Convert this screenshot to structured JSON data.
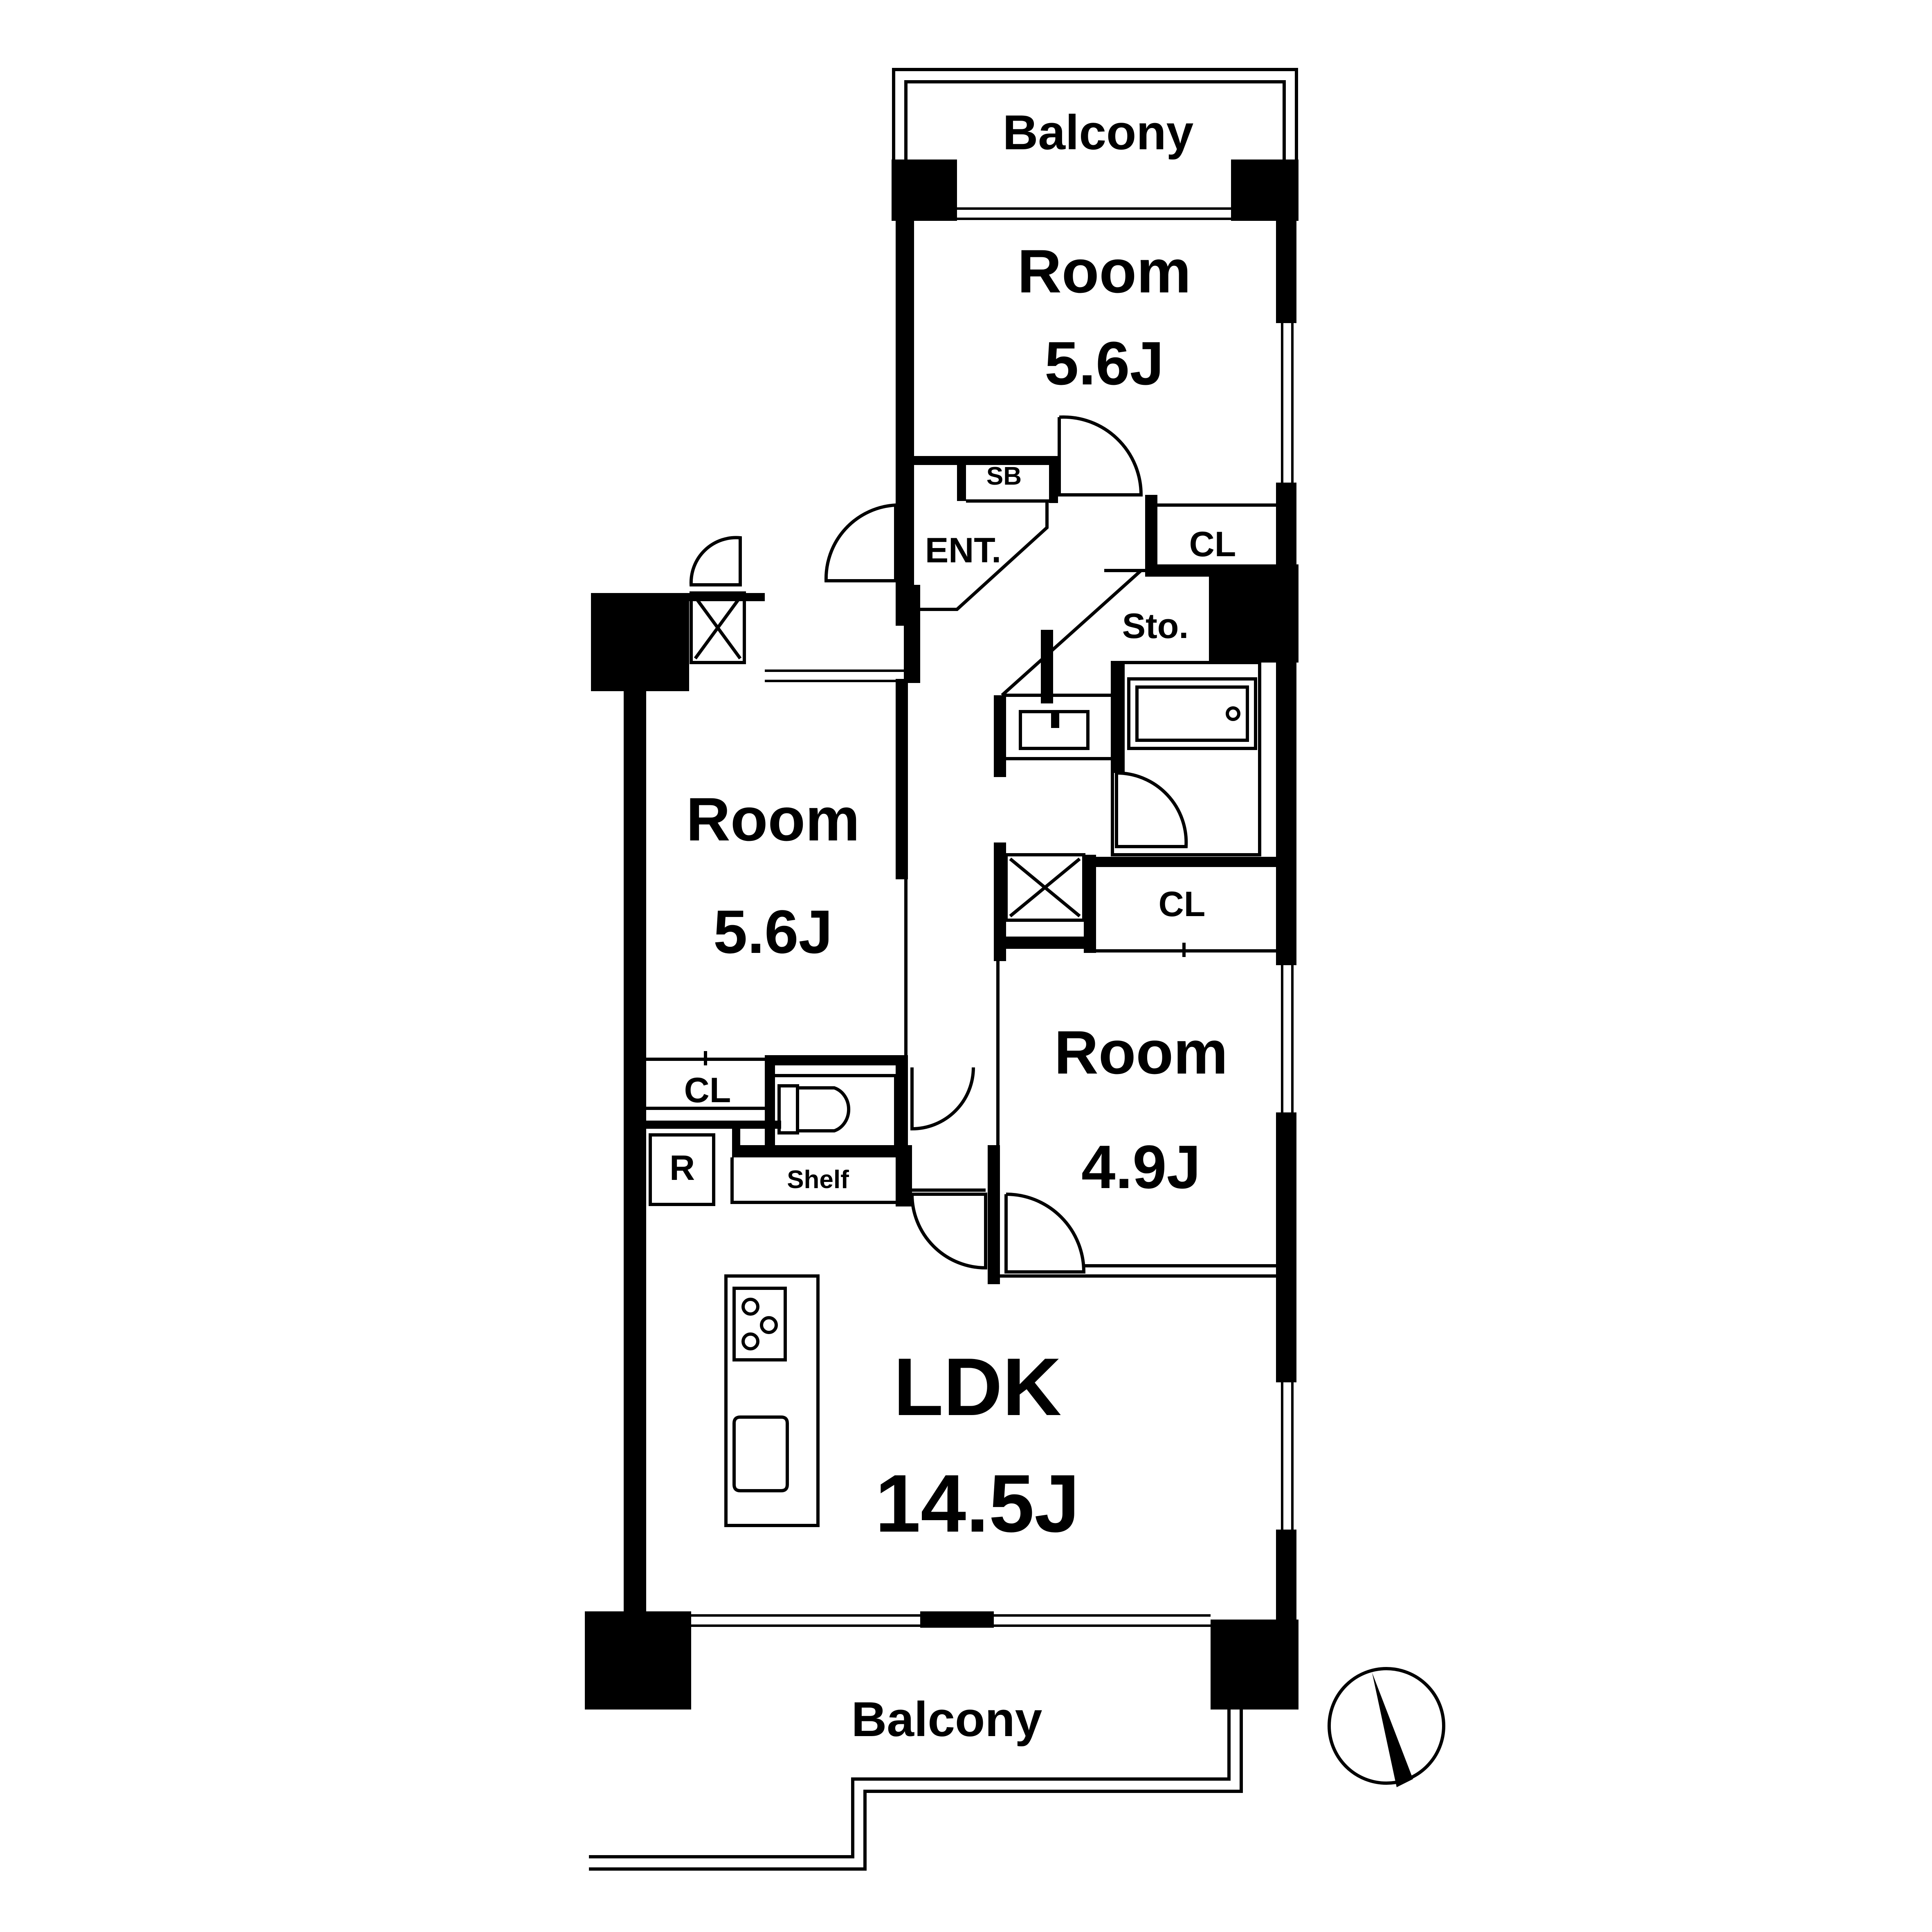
{
  "floor_plan": {
    "balcony_top": "Balcony",
    "balcony_bottom": "Balcony",
    "room_top": {
      "name": "Room",
      "size": "5.6J"
    },
    "room_left": {
      "name": "Room",
      "size": "5.6J"
    },
    "room_right": {
      "name": "Room",
      "size": "4.9J"
    },
    "ldk": {
      "name": "LDK",
      "size": "14.5J"
    },
    "entrance": "ENT.",
    "shoe_box": "SB",
    "storage": "Sto.",
    "closet_top": "CL",
    "closet_mid": "CL",
    "closet_left": "CL",
    "refrigerator": "R",
    "shelf": "Shelf",
    "compass_icon": "north-arrow-icon",
    "colors": {
      "wall": "#000000",
      "background": "#ffffff"
    }
  }
}
